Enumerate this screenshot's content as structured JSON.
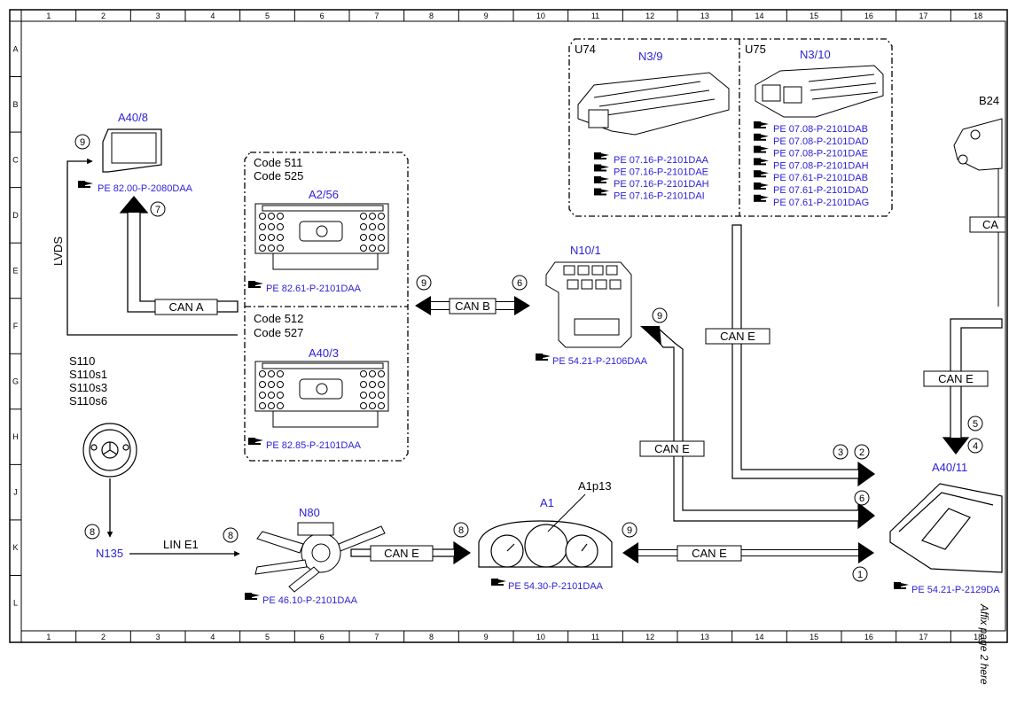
{
  "grid": {
    "cols": [
      "1",
      "2",
      "3",
      "4",
      "5",
      "6",
      "7",
      "8",
      "9",
      "10",
      "11",
      "12",
      "13",
      "14",
      "15",
      "16",
      "17",
      "18"
    ],
    "rows": [
      "A",
      "B",
      "C",
      "D",
      "E",
      "F",
      "G",
      "H",
      "J",
      "K",
      "L"
    ]
  },
  "components": {
    "a40_8": {
      "label": "A40/8",
      "ref": "PE 82.00-P-2080DAA"
    },
    "a2_56": {
      "codes": [
        "Code 511",
        "Code 525"
      ],
      "label": "A2/56",
      "ref": "PE 82.61-P-2101DAA"
    },
    "a40_3": {
      "codes": [
        "Code 512",
        "Code 527"
      ],
      "label": "A40/3",
      "ref": "PE 82.85-P-2101DAA"
    },
    "n3_9": {
      "group": "U74",
      "label": "N3/9",
      "refs": [
        "PE 07.16-P-2101DAA",
        "PE 07.16-P-2101DAE",
        "PE 07.16-P-2101DAH",
        "PE 07.16-P-2101DAI"
      ]
    },
    "n3_10": {
      "group": "U75",
      "label": "N3/10",
      "refs": [
        "PE 07.08-P-2101DAB",
        "PE 07.08-P-2101DAD",
        "PE 07.08-P-2101DAE",
        "PE 07.08-P-2101DAH",
        "PE 07.61-P-2101DAB",
        "PE 07.61-P-2101DAD",
        "PE 07.61-P-2101DAG"
      ]
    },
    "n10_1": {
      "label": "N10/1",
      "ref": "PE 54.21-P-2106DAA"
    },
    "s110": {
      "labels": [
        "S110",
        "S110s1",
        "S110s3",
        "S110s6"
      ]
    },
    "n135": {
      "label": "N135"
    },
    "n80": {
      "label": "N80",
      "ref": "PE 46.10-P-2101DAA"
    },
    "a1": {
      "label": "A1",
      "sub": "A1p13",
      "ref": "PE 54.30-P-2101DAA"
    },
    "a40_11": {
      "label": "A40/11",
      "ref": "PE 54.21-P-2129DA"
    },
    "b24": {
      "label": "B24"
    }
  },
  "buses": {
    "can_a": "CAN A",
    "can_b": "CAN B",
    "can_e": "CAN E",
    "lin_e1": "LIN E1",
    "lvds": "LVDS",
    "ca_partial": "CA"
  },
  "callouts": [
    "1",
    "2",
    "3",
    "4",
    "5",
    "6",
    "7",
    "8",
    "9"
  ],
  "side_note": "Affix page 2 here"
}
